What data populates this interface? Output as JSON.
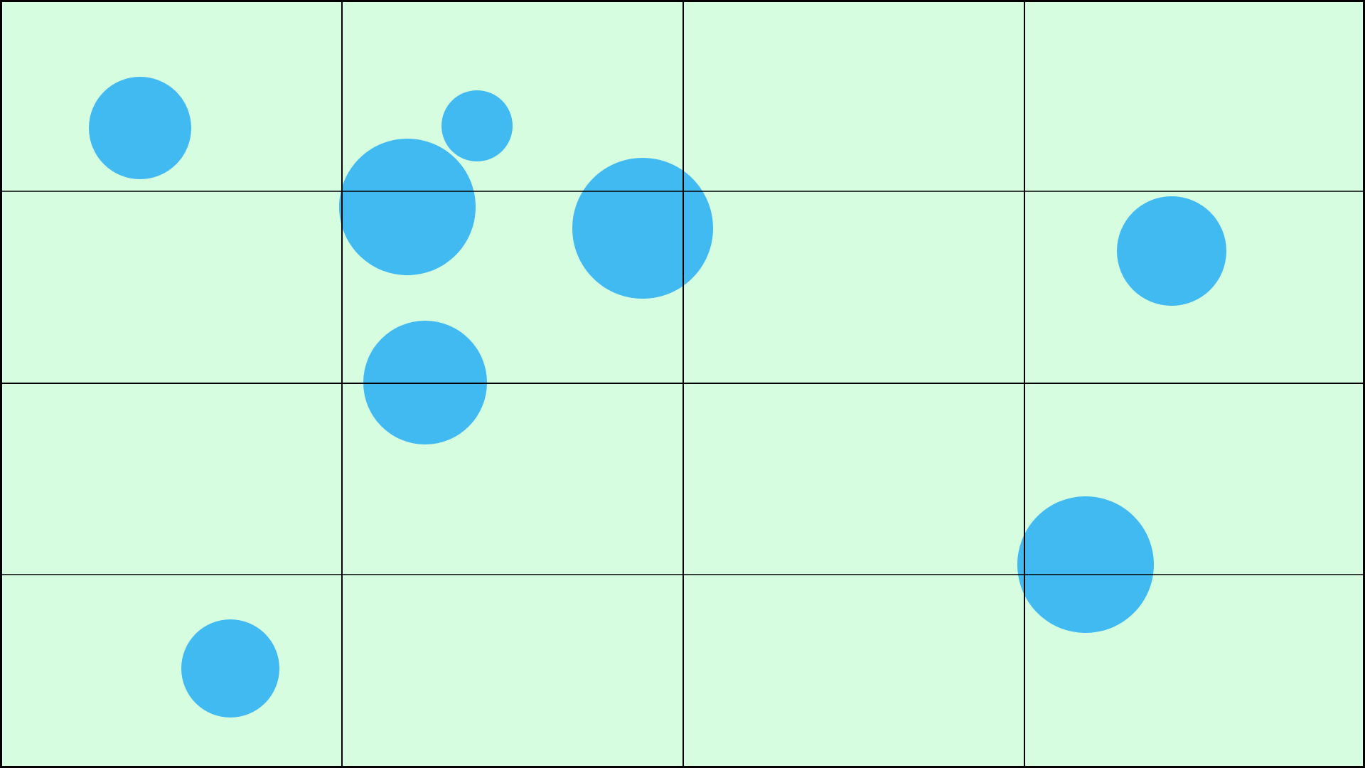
{
  "board": {
    "background_color": "#d6fde0",
    "line_color": "#000000",
    "grid": {
      "columns": 4,
      "rows": 4
    }
  },
  "circles": {
    "color": "#40baf0",
    "items": [
      {
        "name": "circle-1"
      },
      {
        "name": "circle-2"
      },
      {
        "name": "circle-3"
      },
      {
        "name": "circle-4"
      },
      {
        "name": "circle-5"
      },
      {
        "name": "circle-6"
      },
      {
        "name": "circle-7"
      },
      {
        "name": "circle-8"
      }
    ]
  }
}
